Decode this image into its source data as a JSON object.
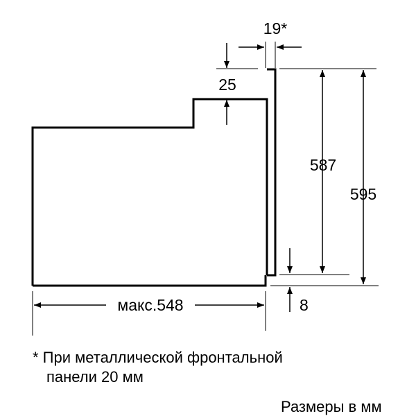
{
  "dimensions": {
    "top_gap": "19*",
    "step_height": "25",
    "inner_height": "587",
    "total_height": "595",
    "max_depth": "макс.548",
    "bottom_gap": "8"
  },
  "notes": {
    "footnote_line1": "* При металлической фронтальной",
    "footnote_line2": "панели 20 мм",
    "units": "Размеры в мм"
  }
}
